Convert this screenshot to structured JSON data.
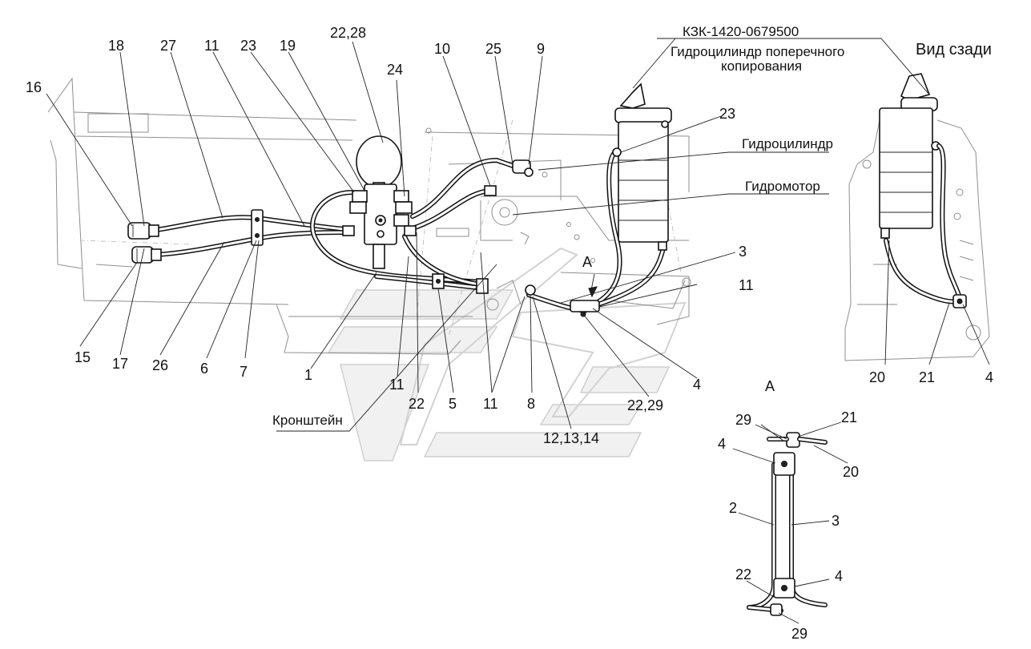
{
  "labels": {
    "part_number": "КЗК-1420-0679500",
    "cyl_cross_line1": "Гидроцилиндр поперечного",
    "cyl_cross_line2": "копирования",
    "rear_view": "Вид сзади",
    "cylinder": "Гидроцилиндр",
    "motor": "Гидромотор",
    "bracket": "Кронштейн",
    "view_a_main": "А",
    "view_a_detail": "А"
  },
  "callouts": {
    "c16": "16",
    "c18": "18",
    "c27": "27",
    "c11a": "11",
    "c23a": "23",
    "c19": "19",
    "c2228": "22,28",
    "c24": "24",
    "c10": "10",
    "c25": "25",
    "c9": "9",
    "c23b": "23",
    "c3a": "3",
    "c11b": "11",
    "c4a": "4",
    "c2229": "22,29",
    "c121314": "12,13,14",
    "c8": "8",
    "c11c": "11",
    "c5": "5",
    "c22a": "22",
    "c11d": "11",
    "c1": "1",
    "c7": "7",
    "c6": "6",
    "c26": "26",
    "c17": "17",
    "c15": "15",
    "c20a": "20",
    "c21a": "21",
    "c4b": "4",
    "c29a": "29",
    "c21b": "21",
    "c4c": "4",
    "c20b": "20",
    "c2": "2",
    "c3b": "3",
    "c22b": "22",
    "c4d": "4",
    "c29b": "29"
  }
}
